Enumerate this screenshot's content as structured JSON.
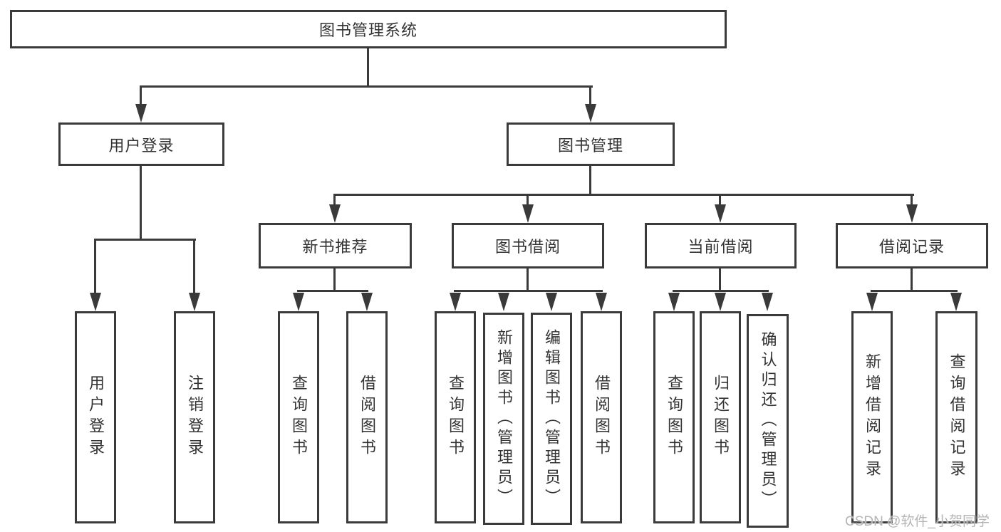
{
  "nodes": {
    "root": "图书管理系统",
    "user_login": "用户登录",
    "book_mgmt": "图书管理",
    "new_book_rec": "新书推荐",
    "book_borrow": "图书借阅",
    "current_borrow": "当前借阅",
    "borrow_records": "借阅记录",
    "leaf_user_login": "用户登录",
    "leaf_logout": "注销登录",
    "leaf_query_book_rec": "查询图书",
    "leaf_borrow_book_rec": "借阅图书",
    "leaf_query_book_borrow": "查询图书",
    "leaf_add_book_admin": "新增图书（管理员）",
    "leaf_edit_book_admin": "编辑图书（管理员）",
    "leaf_borrow_book_borrow": "借阅图书",
    "leaf_query_book_current": "查询图书",
    "leaf_return_book": "归还图书",
    "leaf_confirm_return_admin": "确认归还（管理员）",
    "leaf_add_borrow_record": "新增借阅记录",
    "leaf_query_borrow_record": "查询借阅记录"
  },
  "watermark": "CSDN @软件_小贺同学",
  "colors": {
    "line": "#3a3a3a",
    "text": "#333333",
    "background": "#ffffff",
    "watermark": "#b5b5b5"
  }
}
